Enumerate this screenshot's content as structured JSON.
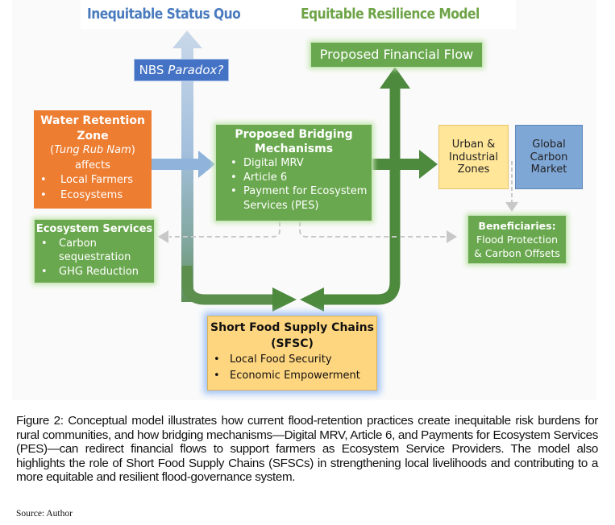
{
  "headings": {
    "status_quo": "Inequitable Status Quo",
    "resilience_model": "Equitable Resilience Model"
  },
  "nbs_tag": {
    "prefix": "NBS ",
    "italic": "Paradox?"
  },
  "financial_flow": {
    "label": "Proposed Financial Flow"
  },
  "water_retention": {
    "title_line1": "Water Retention",
    "title_line2": "Zone",
    "subtitle_open": "(",
    "subtitle_italic": "Tung Rub Nam",
    "subtitle_close": ")",
    "affects": "affects",
    "items": [
      "Local Farmers",
      "Ecosystems"
    ]
  },
  "ecosystem_services": {
    "title": "Ecosystem Services",
    "items": [
      "Carbon sequestration",
      "GHG Reduction"
    ],
    "item0_line1": "Carbon",
    "item0_line2": "sequestration"
  },
  "bridging": {
    "title_line1": "Proposed Bridging",
    "title_line2": "Mechanisms",
    "items": [
      "Digital MRV",
      "Article 6",
      "Payment for Ecosystem Services (PES)"
    ],
    "item2_line1": "Payment for Ecosystem",
    "item2_line2": "Services (PES)"
  },
  "urban": {
    "lines": [
      "Urban &",
      "Industrial",
      "Zones"
    ]
  },
  "carbon_market": {
    "lines": [
      "Global",
      "Carbon",
      "Market"
    ]
  },
  "beneficiaries": {
    "title": "Beneficiaries:",
    "lines": [
      "Flood Protection",
      "& Carbon Offsets"
    ]
  },
  "sfsc": {
    "title_line1": "Short Food Supply Chains",
    "title_line2": "(SFSC)",
    "items": [
      "Local Food Security",
      "Economic Empowerment"
    ]
  },
  "bullet": "•",
  "colors": {
    "orange": "#ed7d31",
    "green": "#6aa84f",
    "dark_green_arrow": "#4e8a3e",
    "light_blue_arrow": "#a9c4e0",
    "blue_tag": "#4472c4",
    "yellow": "#ffe699",
    "light_blue_box": "#7fa7d6",
    "sfsc_fill": "#ffd680",
    "status_quo_text": "#4a7bbf",
    "resilience_text": "#6ea447"
  },
  "caption": {
    "text": "Figure 2: Conceptual model illustrates how current flood-retention practices create inequitable risk burdens for rural communities, and how bridging mechanisms—Digital MRV, Article 6, and Payments for Ecosystem Services (PES)—can redirect financial flows to support farmers as Ecosystem Service Providers. The model also highlights the role of Short Food Supply Chains (SFSCs) in strengthening local livelihoods and contributing to a more equitable and resilient flood-governance system.",
    "source": "Source: Author"
  }
}
